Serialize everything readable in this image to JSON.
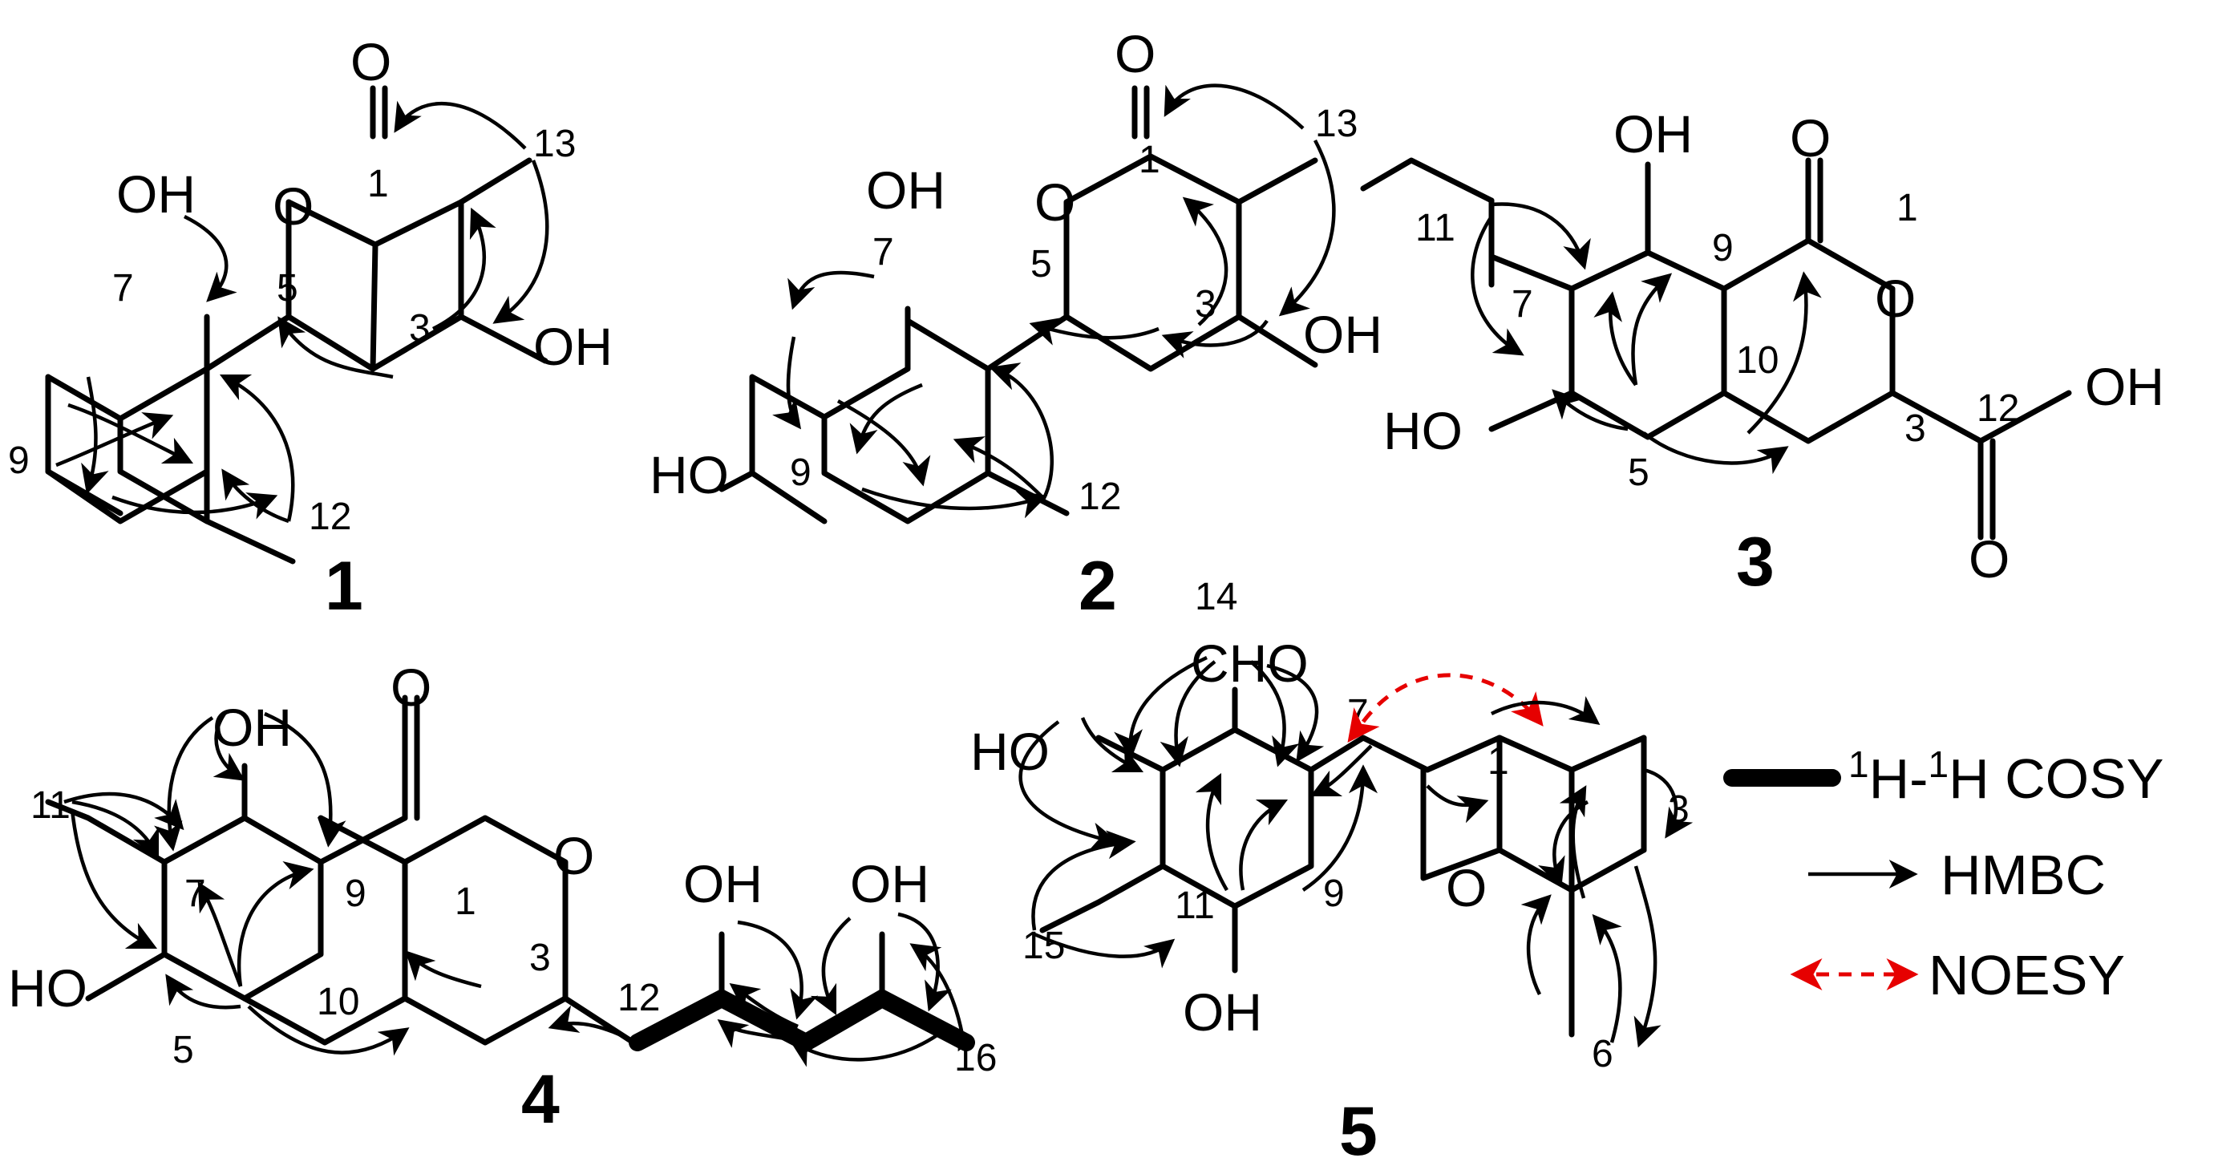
{
  "compounds": [
    {
      "id": "1",
      "atoms": [
        "O",
        "O",
        "OH",
        "OH"
      ],
      "numbers": [
        "13",
        "1",
        "7",
        "5",
        "3",
        "9",
        "12"
      ]
    },
    {
      "id": "2",
      "atoms": [
        "O",
        "O",
        "OH",
        "OH",
        "HO"
      ],
      "numbers": [
        "13",
        "1",
        "7",
        "5",
        "3",
        "9",
        "12"
      ]
    },
    {
      "id": "3",
      "atoms": [
        "OH",
        "O",
        "O",
        "OH",
        "HO",
        "O"
      ],
      "numbers": [
        "11",
        "1",
        "9",
        "7",
        "10",
        "12",
        "3",
        "5"
      ]
    },
    {
      "id": "4",
      "atoms": [
        "OH",
        "O",
        "O",
        "OH",
        "OH",
        "HO"
      ],
      "numbers": [
        "11",
        "7",
        "9",
        "1",
        "3",
        "12",
        "10",
        "5",
        "16"
      ]
    },
    {
      "id": "5",
      "atoms": [
        "CHO",
        "HO",
        "O",
        "OH"
      ],
      "numbers": [
        "14",
        "7",
        "1",
        "3",
        "11",
        "15",
        "9",
        "6"
      ]
    }
  ],
  "legend": {
    "cosy_pre": "1",
    "cosy_h1": "H-",
    "cosy_sup2": "1",
    "cosy_h2": "H COSY",
    "hmbc": "HMBC",
    "noesy": "NOESY"
  },
  "colors": {
    "bond": "#000000",
    "noesy": "#e60000",
    "background": "#ffffff"
  }
}
